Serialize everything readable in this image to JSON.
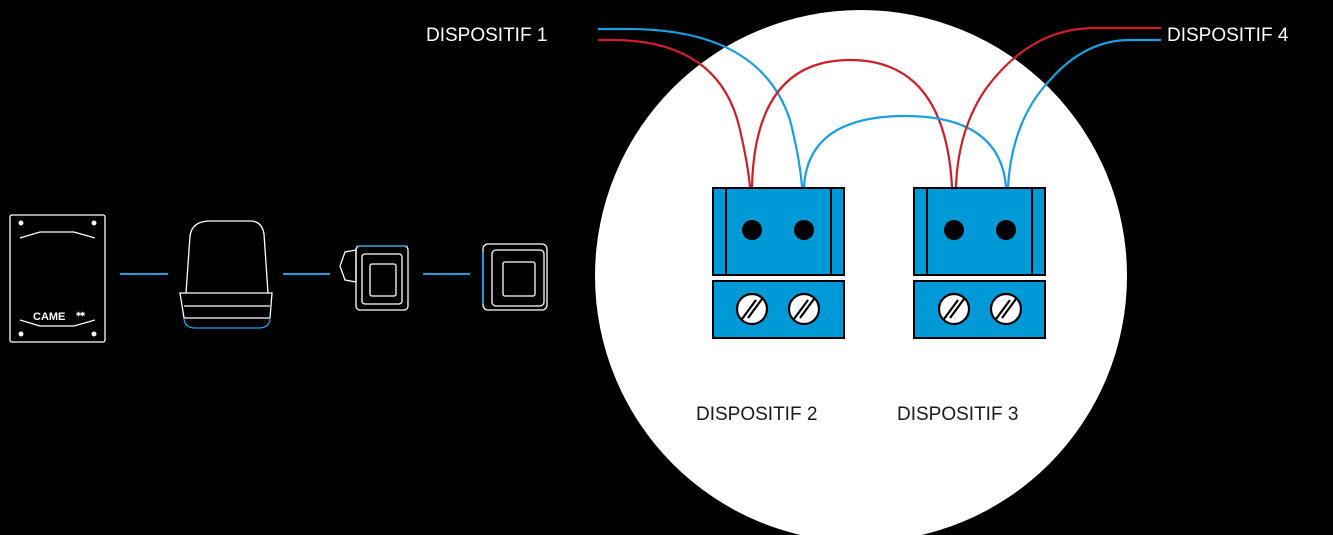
{
  "labels": {
    "device1": "DISPOSITIF 1",
    "device2": "DISPOSITIF 2",
    "device3": "DISPOSITIF 3",
    "device4": "DISPOSITIF 4"
  },
  "brand": "CAME",
  "colors": {
    "background": "#000000",
    "circle": "#ffffff",
    "terminal_blue": "#0099d8",
    "wire_red": "#cc1f2a",
    "wire_blue": "#1a9ee0",
    "outline": "#ffffff"
  },
  "icons": [
    "control-panel-icon",
    "motor-icon",
    "photocell-icon",
    "photocell-icon"
  ]
}
